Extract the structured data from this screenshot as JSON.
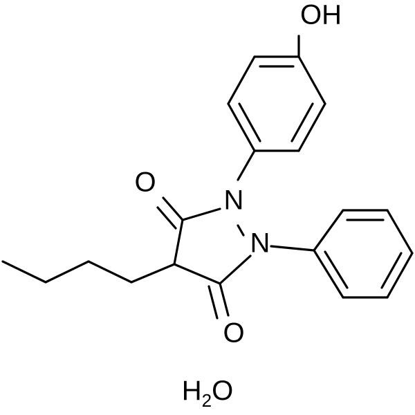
{
  "structure": {
    "labels": {
      "hydroxyl": "OH",
      "carbonyl_oxygen_top": "O",
      "carbonyl_oxygen_bottom": "O",
      "nitrogen_1": "N",
      "nitrogen_2": "N"
    },
    "hydrate": {
      "element_h": "H",
      "subscript": "2",
      "element_o": "O"
    }
  }
}
